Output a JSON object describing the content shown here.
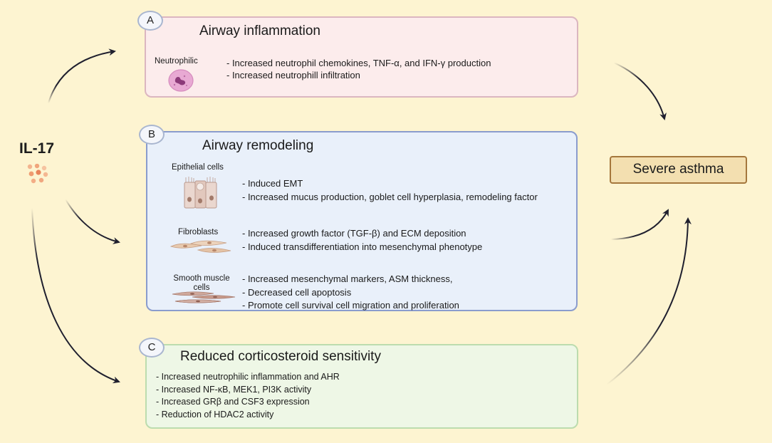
{
  "source": {
    "label": "IL-17"
  },
  "outcome": {
    "label": "Severe asthma"
  },
  "panels": {
    "a": {
      "badge": "A",
      "title": "Airway inflammation",
      "cell_label": "Neutrophilic",
      "lines": [
        "- Increased neutrophil chemokines, TNF-α, and  IFN-γ production",
        "- Increased neutrophill infiltration"
      ]
    },
    "b": {
      "badge": "B",
      "title": "Airway remodeling",
      "groups": [
        {
          "label": "Epithelial cells",
          "lines": [
            "- Induced EMT",
            "- Increased mucus production, goblet  cell hyperplasia, remodeling factor"
          ]
        },
        {
          "label": "Fibroblasts",
          "lines": [
            "- Increased growth factor (TGF-β) and ECM deposition",
            "- Induced transdifferentiation into mesenchymal phenotype"
          ]
        },
        {
          "label_line1": "Smooth muscle",
          "label_line2": "cells",
          "lines": [
            "- Increased mesenchymal markers, ASM thickness,",
            "- Decreased cell apoptosis",
            "- Promote cell survival cell migration and proliferation"
          ]
        }
      ]
    },
    "c": {
      "badge": "C",
      "title": "Reduced corticosteroid sensitivity",
      "lines": [
        "- Increased neutrophilic inflammation and AHR",
        "- Increased  NF-κB, MEK1, PI3K activity",
        "- Increased GRβ and CSF3 expression",
        "- Reduction of HDAC2 activity"
      ]
    }
  },
  "colors": {
    "background": "#fdf4d1",
    "panel_a_fill": "#fcecec",
    "panel_a_border": "#dbb6c0",
    "panel_b_fill": "#e9f0fa",
    "panel_b_border": "#8a9ccd",
    "panel_c_fill": "#eef7e6",
    "panel_c_border": "#bcdcae",
    "outcome_fill": "#f3dfb0",
    "outcome_border": "#a5773c",
    "arrow": "#1f1f2e"
  }
}
